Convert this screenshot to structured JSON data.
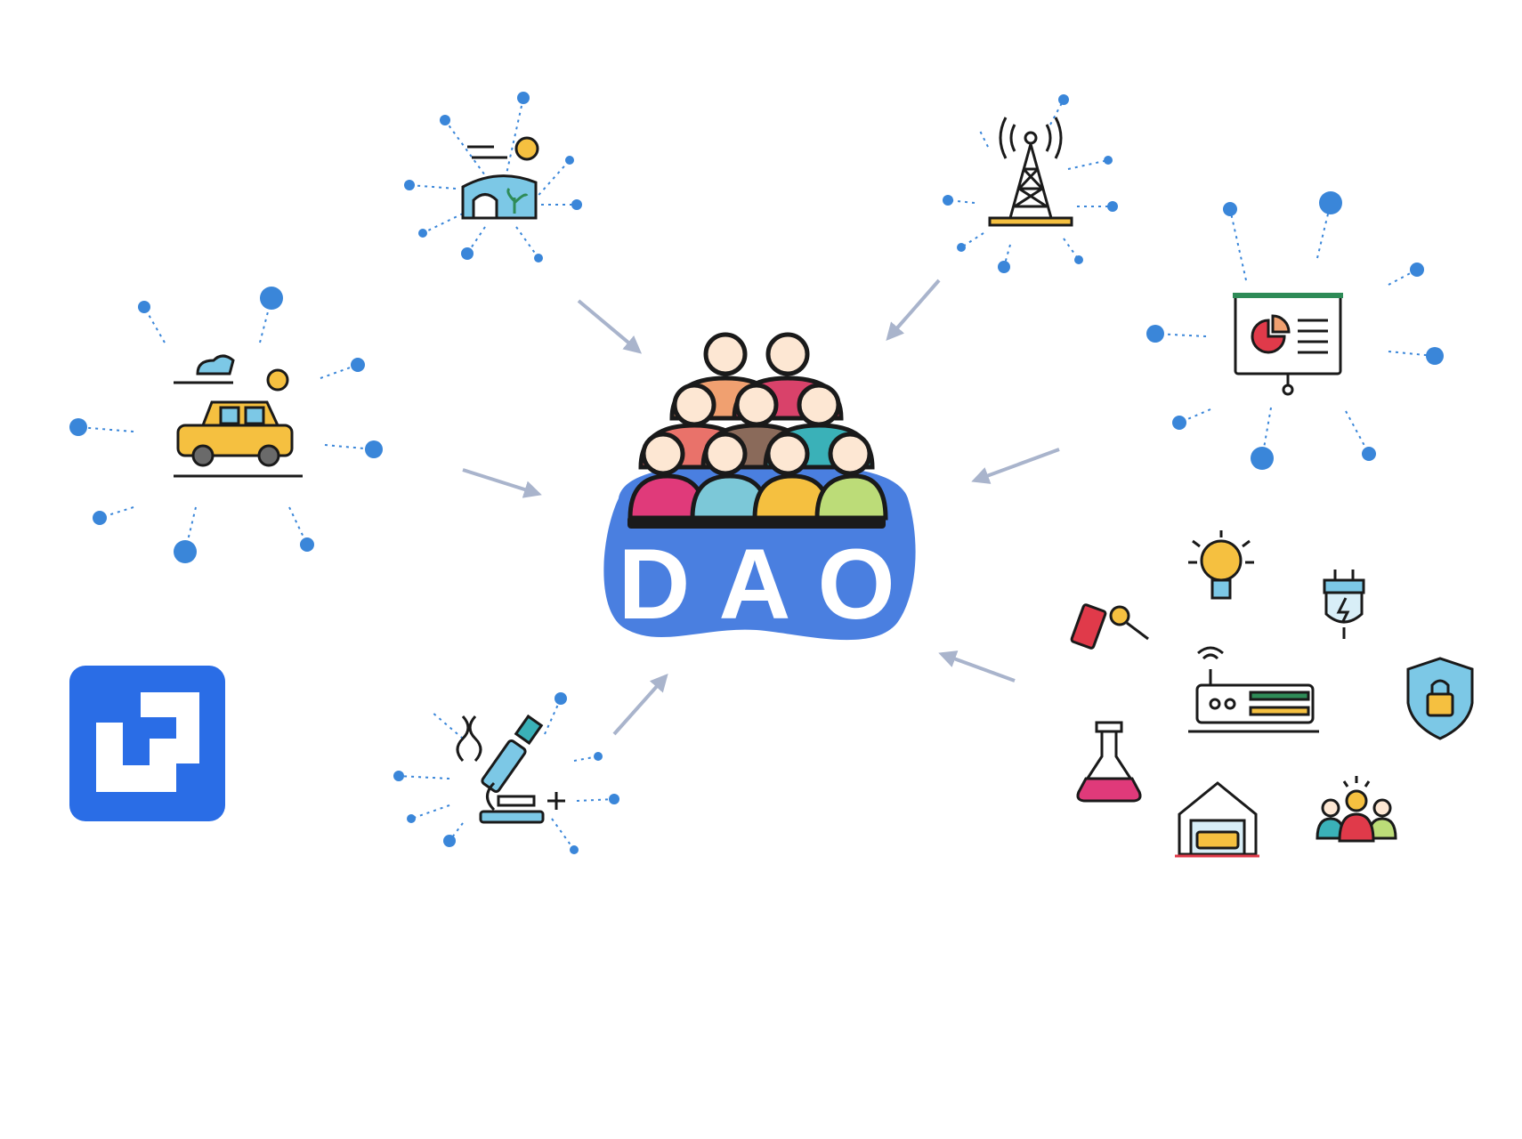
{
  "center": {
    "label": "DAO",
    "letters": [
      "D",
      "A",
      "O"
    ]
  },
  "colors": {
    "accent": "#4a7fe0",
    "dot": "#3a86d9",
    "arrow": "#a9b4cc",
    "logo": "#2a6de6",
    "background": "#ffffff"
  },
  "clusters": [
    {
      "icon": "greenhouse-icon"
    },
    {
      "icon": "radio-tower-icon"
    },
    {
      "icon": "car-icon"
    },
    {
      "icon": "presentation-board-icon"
    },
    {
      "icon": "microscope-icon"
    }
  ],
  "asset_icons": [
    "lightbulb-icon",
    "power-plug-icon",
    "key-tag-icon",
    "router-icon",
    "shield-lock-icon",
    "flask-icon",
    "garage-icon",
    "team-icon"
  ],
  "logo": {
    "icon": "brand-logo-icon"
  }
}
